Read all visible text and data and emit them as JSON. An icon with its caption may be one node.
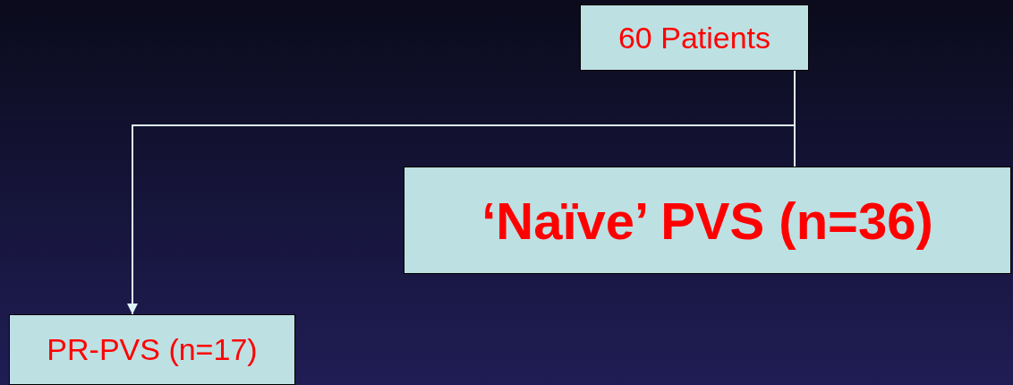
{
  "diagram": {
    "nodes": [
      {
        "text": [
          "60 Patients"
        ]
      },
      {
        "text": [
          "‘Naïve’ PVS (n=36)"
        ]
      },
      {
        "text": [
          "PR-PVS (n=17)"
        ]
      }
    ],
    "edges": [
      {
        "from": 0,
        "to": 1,
        "arrow": "none"
      },
      {
        "from": 0,
        "to": 2,
        "arrow": "to"
      }
    ]
  }
}
